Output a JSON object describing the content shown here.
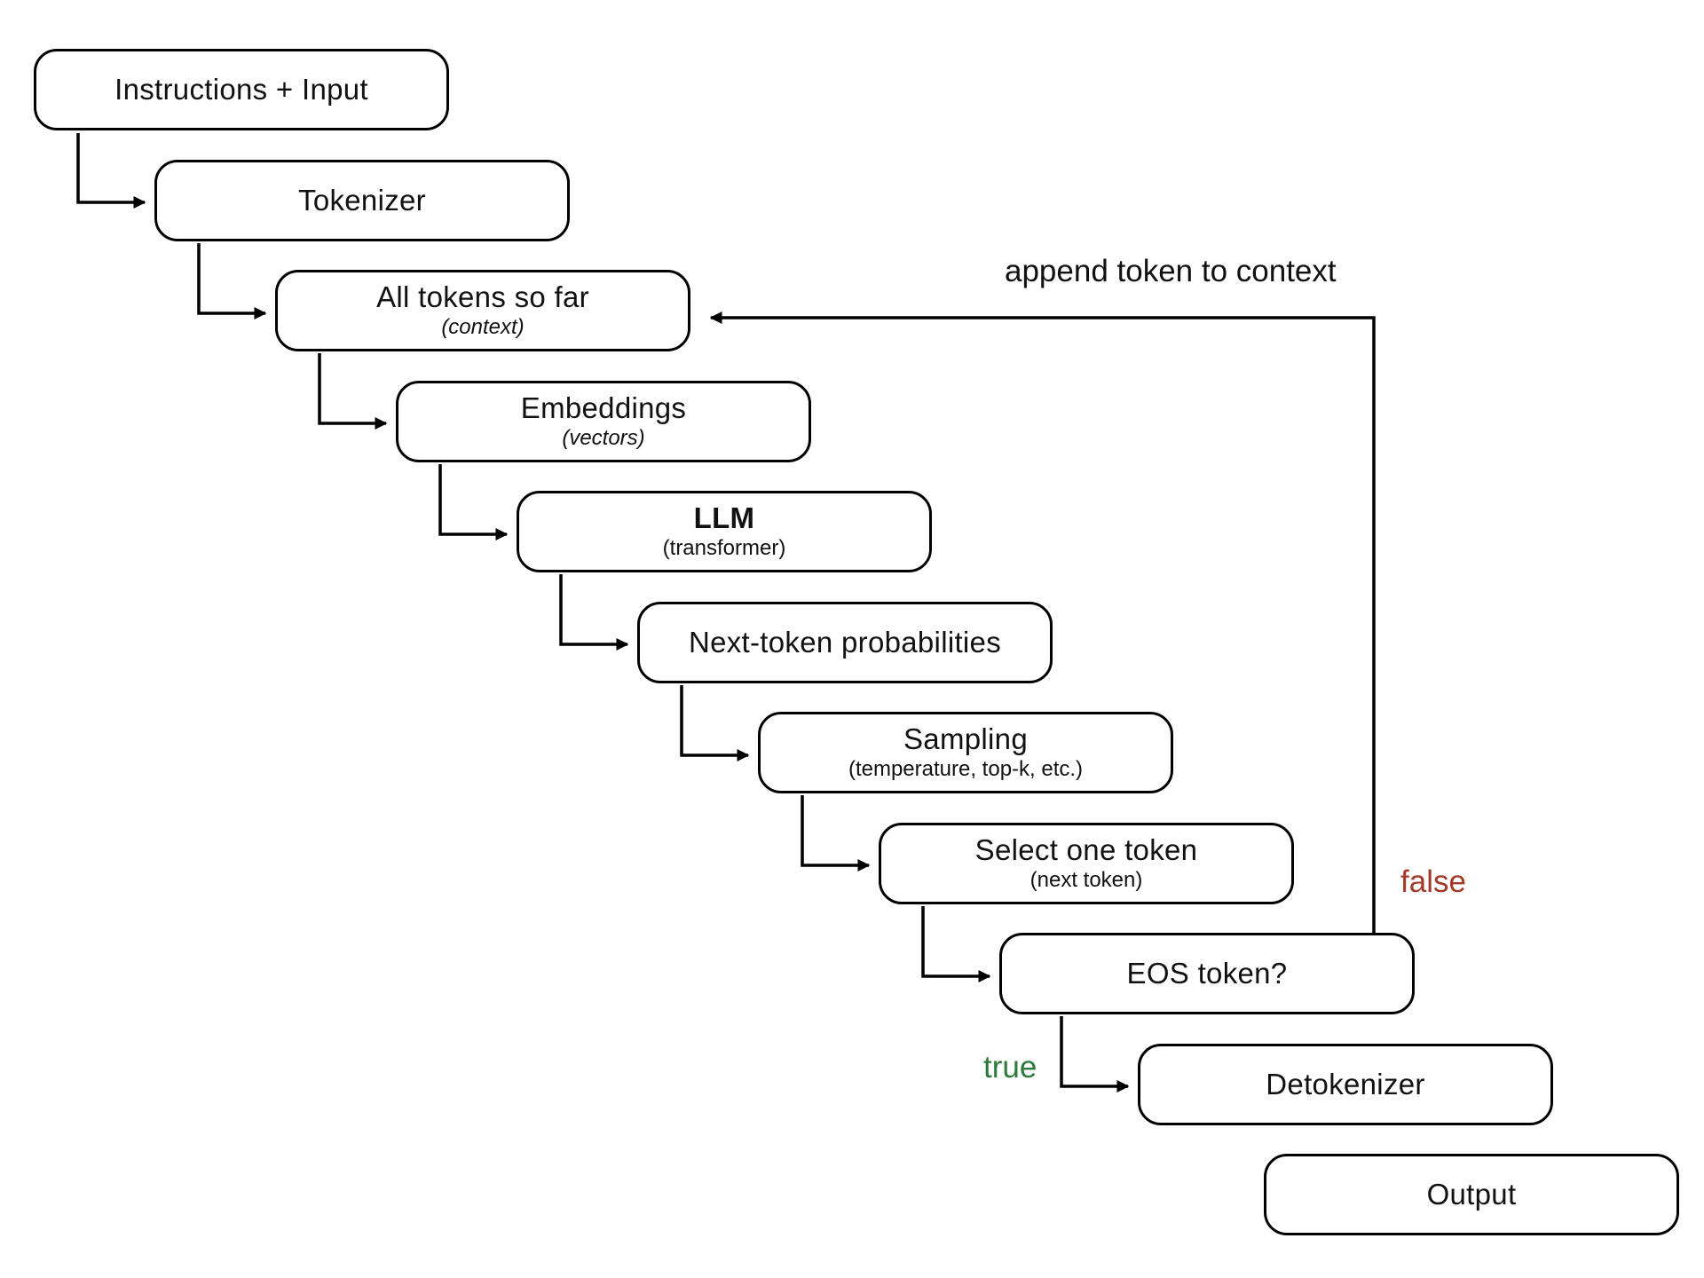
{
  "steps": [
    {
      "label": "Instructions + Input",
      "sub": ""
    },
    {
      "label": "Tokenizer",
      "sub": ""
    },
    {
      "label": "All tokens so far",
      "sub": "(context)"
    },
    {
      "label": "Embeddings",
      "sub": "(vectors)"
    },
    {
      "label": "LLM",
      "sub": "(transformer)"
    },
    {
      "label": "Next-token probabilities",
      "sub": ""
    },
    {
      "label": "Sampling",
      "sub": "(temperature, top-k, etc.)"
    },
    {
      "label": "Select one token",
      "sub": "(next token)"
    },
    {
      "label": "EOS token?",
      "sub": ""
    },
    {
      "label": "Detokenizer",
      "sub": ""
    },
    {
      "label": "Output",
      "sub": ""
    }
  ],
  "loop_label": "append token to context",
  "false_label": "false",
  "true_label": "true",
  "colors": {
    "false": "#a33a28",
    "true": "#2e7a3c",
    "stroke": "#000000"
  }
}
